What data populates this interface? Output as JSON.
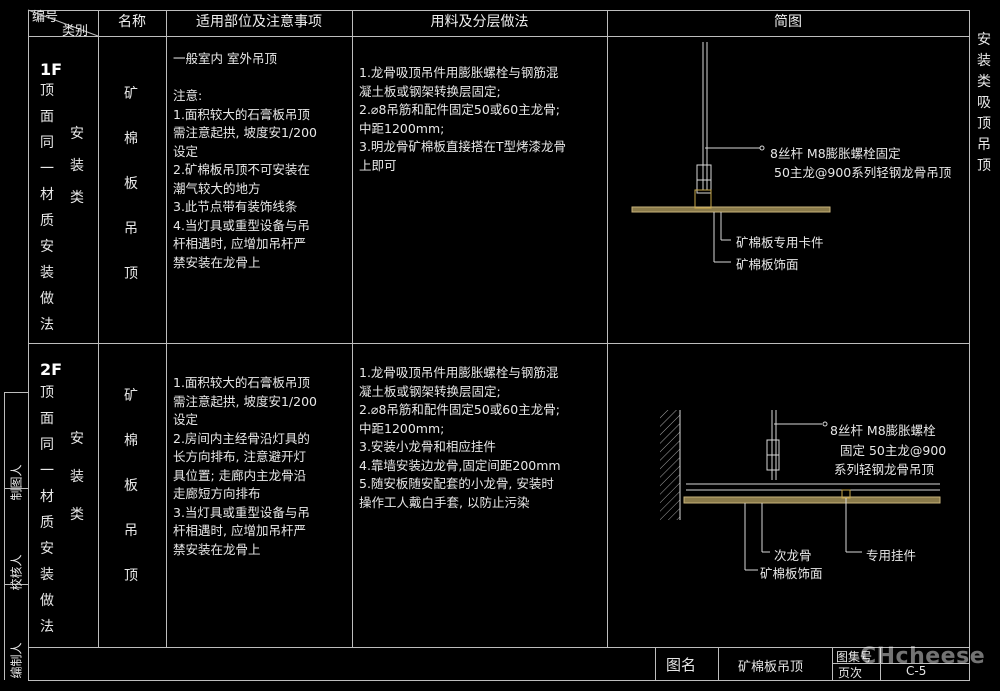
{
  "header": {
    "code_label": "编号",
    "category_label": "类别",
    "name_label": "名称",
    "scope_label": "适用部位及注意事项",
    "materials_label": "用料及分层做法",
    "diagram_label": "简图"
  },
  "side_title": "安装类吸顶吊顶",
  "rows": [
    {
      "code": "1F",
      "code_desc": "顶面同一材质安装做法",
      "category": "安装类",
      "name": "矿棉板吊顶",
      "notes": "一般室内 室外吊顶\n\n注意:\n1.面积较大的石膏板吊顶\n需注意起拱, 坡度安1/200\n设定\n2.矿棉板吊顶不可安装在\n潮气较大的地方\n3.此节点带有装饰线条\n4.当灯具或重型设备与吊\n杆相遇时, 应增加吊杆严\n禁安装在龙骨上",
      "materials": "1.龙骨吸顶吊件用膨胀螺栓与钢筋混\n凝土板或钢架转换层固定;\n2.⌀8吊筋和配件固定50或60主龙骨;\n中距1200mm;\n3.明龙骨矿棉板直接搭在T型烤漆龙骨\n上即可",
      "diagram_labels": {
        "rod": "8丝杆 M8膨胀螺栓固定",
        "main": "50主龙@900系列轻钢龙骨吊顶",
        "clip": "矿棉板专用卡件",
        "panel": "矿棉板饰面"
      }
    },
    {
      "code": "2F",
      "code_desc": "顶面同一材质安装做法",
      "category": "安装类",
      "name": "矿棉板吊顶",
      "notes": "1.面积较大的石膏板吊顶\n需注意起拱, 坡度安1/200\n设定\n2.房间内主经骨沿灯具的\n长方向排布, 注意避开灯\n具位置; 走廊内主龙骨沿\n走廊短方向排布\n3.当灯具或重型设备与吊\n杆相遇时, 应增加吊杆严\n禁安装在龙骨上",
      "materials": "1.龙骨吸顶吊件用膨胀螺栓与钢筋混\n凝土板或钢架转换层固定;\n2.⌀8吊筋和配件固定50或60主龙骨;\n中距1200mm;\n3.安装小龙骨和相应挂件\n4.靠墙安装边龙骨,固定间距200mm\n5.随安板随安配套的小龙骨, 安装时\n操作工人戴白手套, 以防止污染",
      "diagram_labels": {
        "rod": "8丝杆 M8膨胀螺栓",
        "fix": "固定  50主龙@900",
        "series": "系列轻钢龙骨吊顶",
        "sub": "次龙骨",
        "hanger": "专用挂件",
        "panel": "矿棉板饰面"
      }
    }
  ],
  "signatures": [
    "制图人",
    "校核人",
    "编制人"
  ],
  "footer": {
    "title_label": "图名",
    "title_value": "矿棉板吊顶",
    "set_label": "图集号",
    "page_label": "页次",
    "page_value": "C-5"
  },
  "watermark": "CHcheese"
}
